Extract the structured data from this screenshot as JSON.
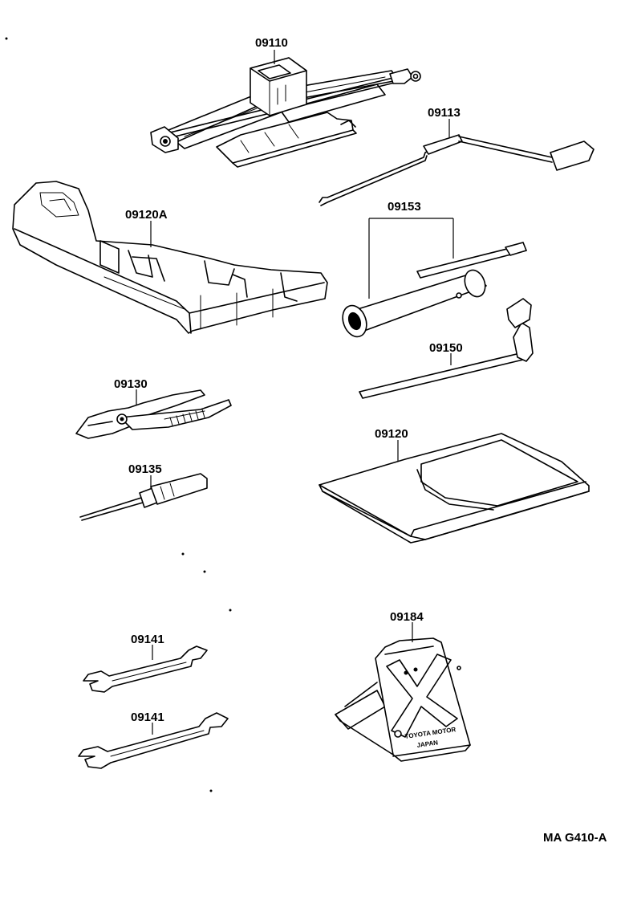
{
  "parts": {
    "jack": "09110",
    "jack_handle": "09113",
    "jack_tray": "09120A",
    "wrench_set": "09153",
    "hub_nut_wrench": "09150",
    "pliers": "09130",
    "screwdriver": "09135",
    "tool_bag": "09120",
    "wrench_1": "09141",
    "wrench_2": "09141",
    "wheel_chock": "09184"
  },
  "chock_plate": {
    "line1": "TOYOTA MOTOR",
    "line2": "JAPAN"
  },
  "diagram_code": "MA G410-A"
}
